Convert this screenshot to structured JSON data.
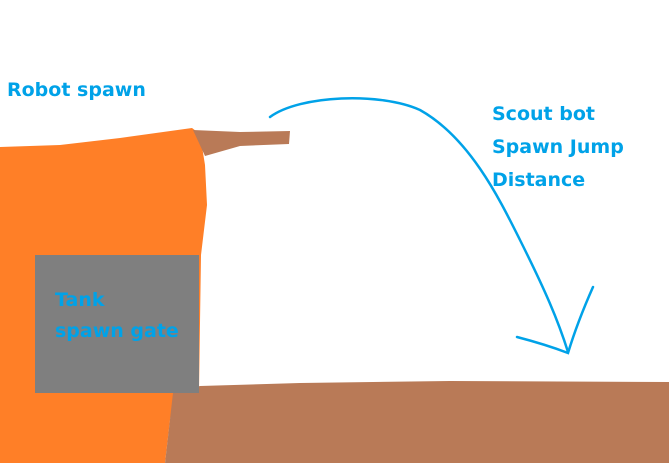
{
  "labels": {
    "robot_spawn": "Robot spawn",
    "scout_line1": "Scout bot",
    "scout_line2": "Spawn Jump",
    "scout_line3": "Distance",
    "tank_line1": "Tank",
    "tank_line2": "spawn gate"
  },
  "colors": {
    "orange": "#FF7F27",
    "brown": "#B97A57",
    "gray": "#7F7F7F",
    "blue": "#00A2E8"
  }
}
